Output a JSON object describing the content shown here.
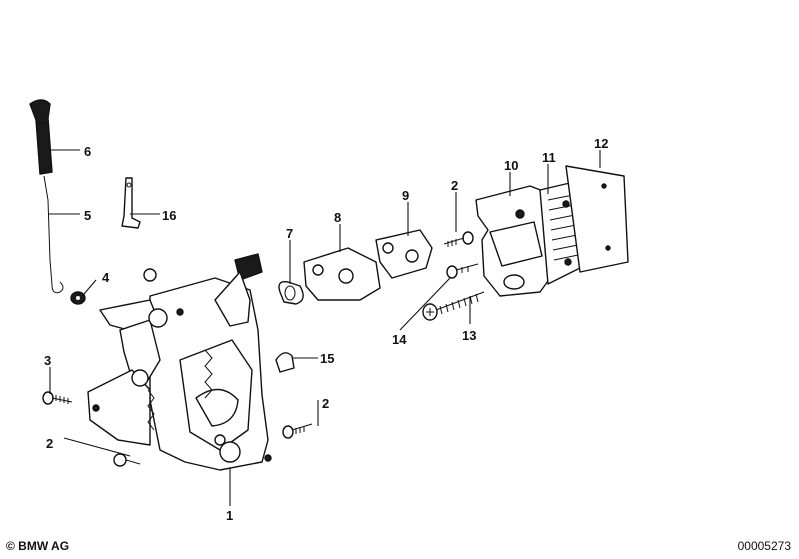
{
  "callouts": {
    "c1": "1",
    "c2a": "2",
    "c2b": "2",
    "c2c": "2",
    "c3": "3",
    "c4": "4",
    "c5": "5",
    "c6": "6",
    "c7": "7",
    "c8": "8",
    "c9": "9",
    "c10": "10",
    "c11": "11",
    "c12": "12",
    "c13": "13",
    "c14": "14",
    "c15": "15",
    "c16": "16"
  },
  "footer": {
    "copyright": "© BMW AG",
    "doc_number": "00005273"
  }
}
